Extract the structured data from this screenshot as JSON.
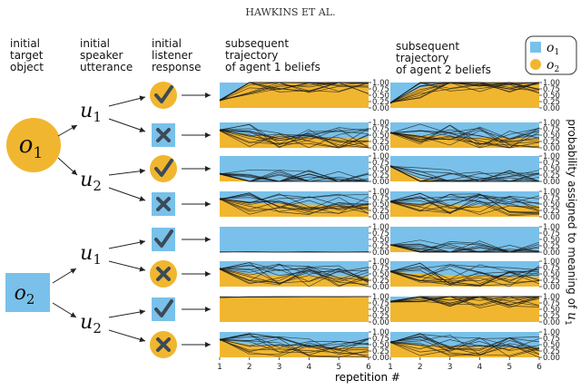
{
  "header": {
    "running_head": "HAWKINS ET AL."
  },
  "columns": {
    "target": [
      "initial",
      "target",
      "object"
    ],
    "utterance": [
      "initial",
      "speaker",
      "utterance"
    ],
    "response": [
      "initial",
      "listener",
      "response"
    ],
    "agent1": [
      "subsequent",
      "trajectory",
      "of agent 1 beliefs"
    ],
    "agent2": [
      "subsequent",
      "trajectory",
      "of agent 2 beliefs"
    ]
  },
  "objects": [
    {
      "symbol": "o",
      "sub": "1",
      "color": "#F1B630"
    },
    {
      "symbol": "o",
      "sub": "2",
      "color": "#79C1EA"
    }
  ],
  "utterances": [
    {
      "symbol": "u",
      "sub": "1"
    },
    {
      "symbol": "u",
      "sub": "2"
    },
    {
      "symbol": "u",
      "sub": "1"
    },
    {
      "symbol": "u",
      "sub": "2"
    }
  ],
  "responses": [
    "correct",
    "incorrect",
    "correct",
    "incorrect",
    "correct",
    "incorrect",
    "correct",
    "incorrect"
  ],
  "legend": [
    {
      "symbol": "o",
      "sub": "1",
      "color": "#79C1EA",
      "marker": "square"
    },
    {
      "symbol": "o",
      "sub": "2",
      "color": "#F1B630",
      "marker": "circle"
    }
  ],
  "colors": {
    "o1": "#79C1EA",
    "o2": "#F1B630",
    "line": "#1a1a1a"
  },
  "axes": {
    "xlabel": "repetition #",
    "x_ticks": [
      "1",
      "2",
      "3",
      "4",
      "5",
      "6"
    ],
    "y_ticks": [
      "0.00",
      "0.25",
      "0.50",
      "0.75",
      "1.00"
    ],
    "ylabel_prefix": "probability assigned to meaning of",
    "ylabel_symbol": "u",
    "ylabel_sub": "1"
  },
  "chart_data": {
    "type": "area",
    "x": [
      1,
      2,
      3,
      4,
      5,
      6
    ],
    "ylim": [
      0,
      1
    ],
    "xlabel": "repetition #",
    "ylabel": "probability assigned to meaning of u1",
    "panels": [
      {
        "row": 1,
        "agent": 1,
        "o1_share": [
          0.7,
          0.02,
          0.0,
          0.0,
          0.0,
          0.0
        ]
      },
      {
        "row": 2,
        "agent": 1,
        "o1_share": [
          0.3,
          0.5,
          0.55,
          0.6,
          0.62,
          0.62
        ]
      },
      {
        "row": 3,
        "agent": 1,
        "o1_share": [
          0.7,
          0.98,
          1.0,
          1.0,
          1.0,
          1.0
        ]
      },
      {
        "row": 4,
        "agent": 1,
        "o1_share": [
          0.3,
          0.45,
          0.5,
          0.52,
          0.55,
          0.55
        ]
      },
      {
        "row": 5,
        "agent": 1,
        "o1_share": [
          1.0,
          1.0,
          1.0,
          1.0,
          1.0,
          1.0
        ]
      },
      {
        "row": 6,
        "agent": 1,
        "o1_share": [
          0.3,
          0.5,
          0.55,
          0.58,
          0.6,
          0.6
        ]
      },
      {
        "row": 7,
        "agent": 1,
        "o1_share": [
          0.02,
          0.0,
          0.0,
          0.0,
          0.0,
          0.0
        ]
      },
      {
        "row": 8,
        "agent": 1,
        "o1_share": [
          0.3,
          0.5,
          0.55,
          0.58,
          0.6,
          0.6
        ]
      },
      {
        "row": 1,
        "agent": 2,
        "o1_share": [
          0.8,
          0.2,
          0.0,
          0.0,
          0.0,
          0.0
        ]
      },
      {
        "row": 2,
        "agent": 2,
        "o1_share": [
          0.4,
          0.5,
          0.55,
          0.6,
          0.62,
          0.62
        ]
      },
      {
        "row": 3,
        "agent": 2,
        "o1_share": [
          0.4,
          0.9,
          1.0,
          1.0,
          1.0,
          1.0
        ]
      },
      {
        "row": 4,
        "agent": 2,
        "o1_share": [
          0.4,
          0.5,
          0.52,
          0.55,
          0.55,
          0.55
        ]
      },
      {
        "row": 5,
        "agent": 2,
        "o1_share": [
          0.7,
          0.95,
          1.0,
          1.0,
          1.0,
          1.0
        ]
      },
      {
        "row": 6,
        "agent": 2,
        "o1_share": [
          0.4,
          0.5,
          0.55,
          0.58,
          0.6,
          0.6
        ]
      },
      {
        "row": 7,
        "agent": 2,
        "o1_share": [
          0.2,
          0.05,
          0.0,
          0.0,
          0.0,
          0.0
        ]
      },
      {
        "row": 8,
        "agent": 2,
        "o1_share": [
          0.4,
          0.5,
          0.55,
          0.58,
          0.6,
          0.6
        ]
      }
    ]
  }
}
